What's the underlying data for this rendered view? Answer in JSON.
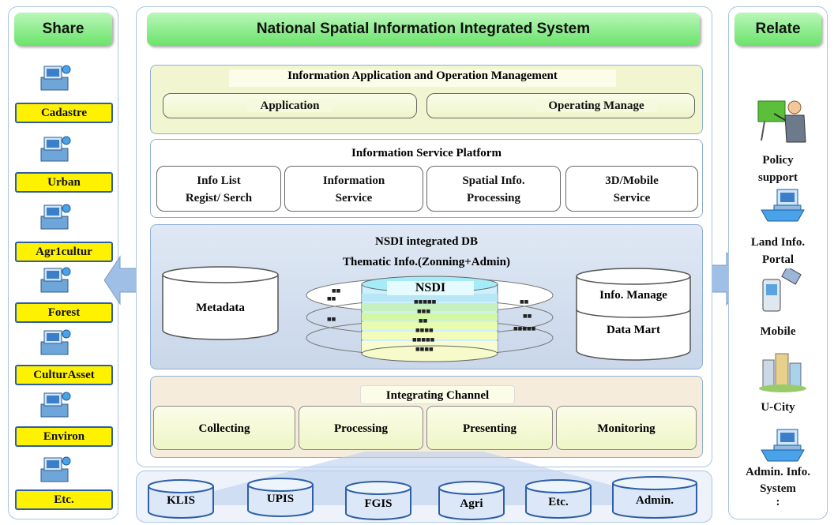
{
  "share": {
    "title": "Share",
    "items": [
      "Cadastre",
      "Urban",
      "Agr1cultur",
      "Forest",
      "CulturAsset",
      "Environ",
      "Etc."
    ]
  },
  "center": {
    "title": "National Spatial Information Integrated System",
    "app_mgmt": {
      "title": "Information Application and Operation Management",
      "application": "Application",
      "operating": "Operating Manage"
    },
    "platform": {
      "title": "Information Service Platform",
      "items": [
        {
          "line1": "Info List",
          "line2": "Regist/ Serch"
        },
        {
          "line1": "Information",
          "line2": "Service"
        },
        {
          "line1": "Spatial Info.",
          "line2": "Processing"
        },
        {
          "line1": "3D/Mobile",
          "line2": "Service"
        }
      ]
    },
    "db": {
      "title": "NSDI integrated DB",
      "subtitle": "Thematic Info.(Zonning+Admin)",
      "metadata": "Metadata",
      "nsdi": "NSDI",
      "info_manage": "Info. Manage",
      "data_mart": "Data Mart"
    },
    "channel": {
      "title": "Integrating Channel",
      "items": [
        "Collecting",
        "Processing",
        "Presenting",
        "Monitoring"
      ]
    },
    "sources": [
      "KLIS",
      "UPIS",
      "FGIS",
      "Agri",
      "Etc.",
      "Admin."
    ]
  },
  "relate": {
    "title": "Relate",
    "items": [
      {
        "line1": "Policy",
        "line2": "support"
      },
      {
        "line1": "Land Info.",
        "line2": "Portal"
      },
      {
        "line1": "Mobile",
        "line2": ""
      },
      {
        "line1": "U-City",
        "line2": ""
      },
      {
        "line1": "Admin. Info.",
        "line2": "System"
      }
    ],
    "more": ":"
  },
  "colors": {
    "header_green": "#6be36b",
    "label_yellow": "#fff200",
    "label_border": "#2e5fa6",
    "app_bg": "#f1f6d0",
    "db_bg": "#d6e1f0",
    "channel_bg": "#f6ecdc",
    "arrow": "#9fbfe6"
  }
}
